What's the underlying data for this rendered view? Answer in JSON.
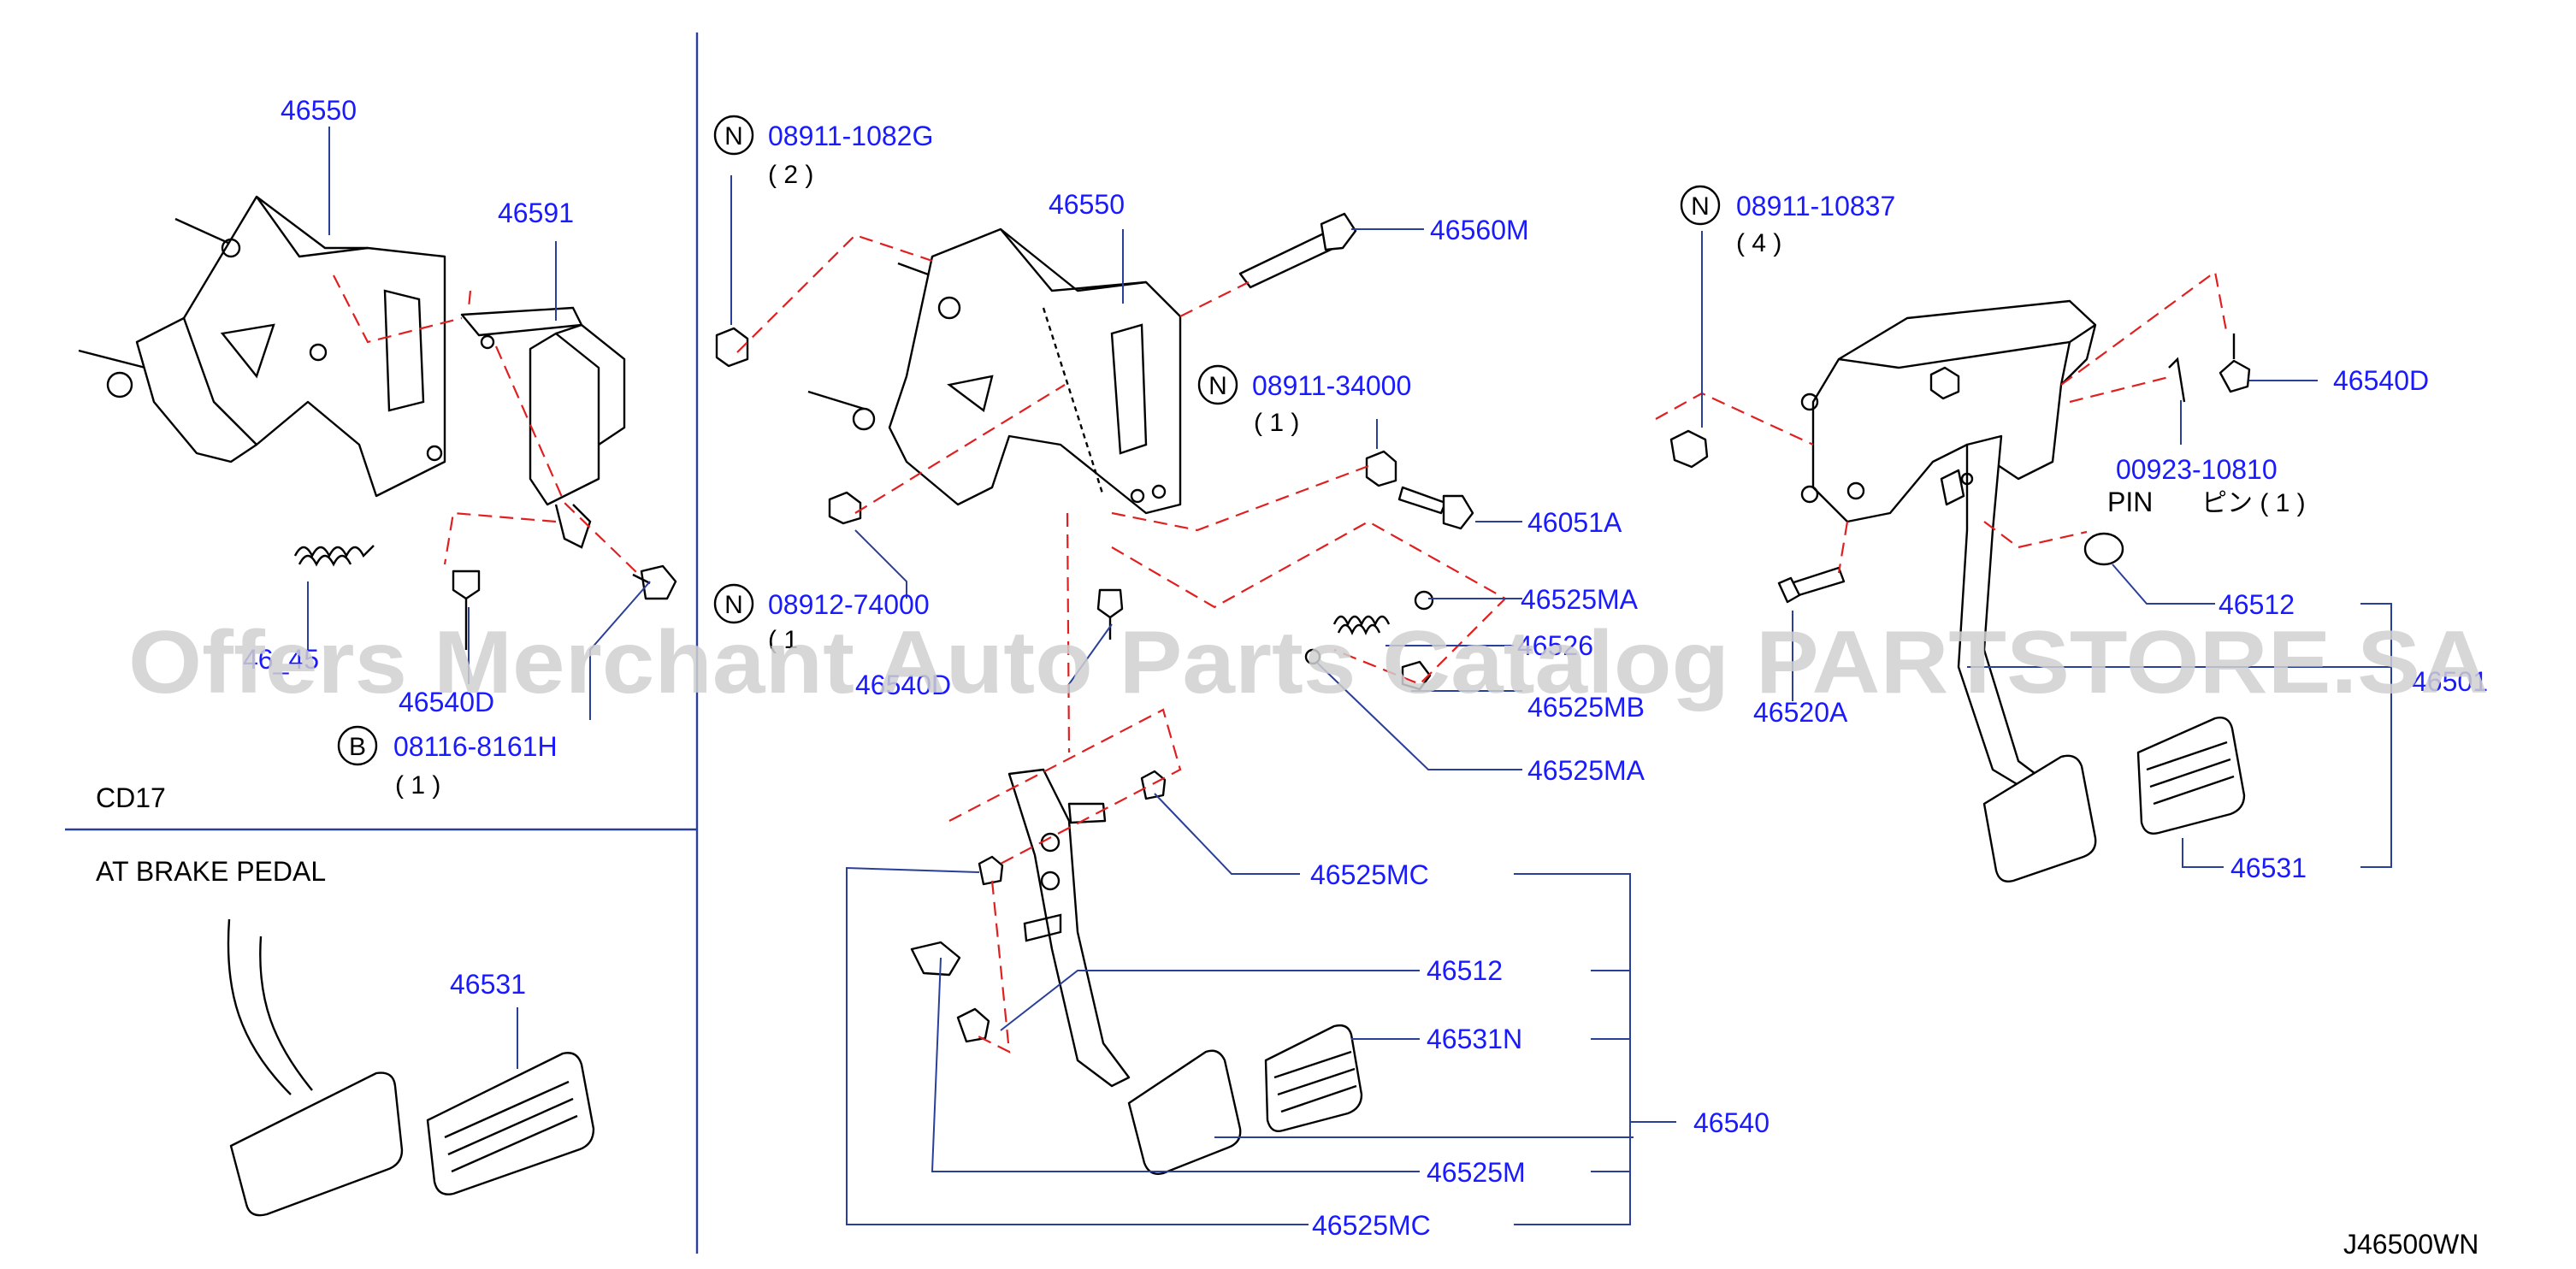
{
  "diagram_id": "J46500WN",
  "sections": {
    "cd17": "CD17",
    "at_brake_pedal": "AT   BRAKE   PEDAL"
  },
  "watermark": "Offers Merchant Auto Parts Catalog PARTSTORE.SA",
  "parts": {
    "p46550_left": "46550",
    "p46591": "46591",
    "p465xx_obscured": "46_45",
    "p46540D_left": "46540D",
    "p08116": "08116-8161H",
    "q08116": "( 1   )",
    "p08911_1082G": "08911-1082G",
    "q08911_1082G": "( 2   )",
    "p46550_mid": "46550",
    "p46560M": "46560M",
    "p08911_34000": "08911-34000",
    "q08911_34000": "( 1   )",
    "p46051A": "46051A",
    "p08912_74000": "08912-74000",
    "q08912_74000": "( 1",
    "p46540D_mid": "46540D",
    "p46525MA_1": "46525MA",
    "p46526": "46526",
    "p46525MB": "46525MB",
    "p46525MA_2": "46525MA",
    "p46525MC_1": "46525MC",
    "p46512_mid": "46512",
    "p46531N": "46531N",
    "p46540": "46540",
    "p46525M": "46525M",
    "p46525MC_2": "46525MC",
    "p46531_left": "46531",
    "p08911_10837": "08911-10837",
    "q08911_10837": "( 4   )",
    "p46540D_right": "46540D",
    "p00923": "00923-10810",
    "pin_label": "PIN",
    "pin_jp": "ピン ( 1   )",
    "p46512_right": "46512",
    "p46520A": "46520A",
    "p46501": "46501",
    "p46531_right": "46531"
  },
  "callouts": {
    "n": "N",
    "b": "B"
  }
}
